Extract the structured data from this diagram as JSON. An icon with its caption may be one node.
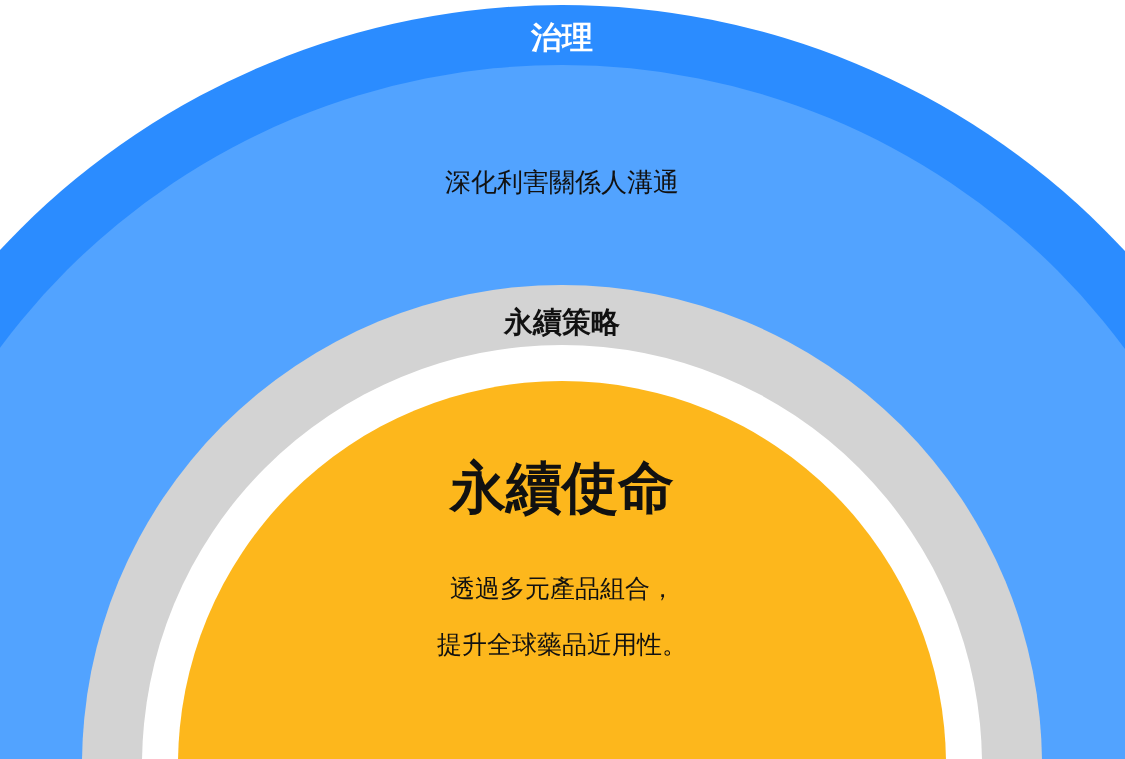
{
  "diagram": {
    "nodes": [
      {
        "text": [
          "治理"
        ]
      },
      {
        "text": [
          "深化利害關係人溝通"
        ],
        "in": 0
      },
      {
        "text": [
          "永續策略"
        ],
        "in": 1
      },
      {
        "text": [
          "永續使命",
          "透過多元產品組合，提升全球藥品近用性。"
        ],
        "in": 2
      }
    ]
  }
}
